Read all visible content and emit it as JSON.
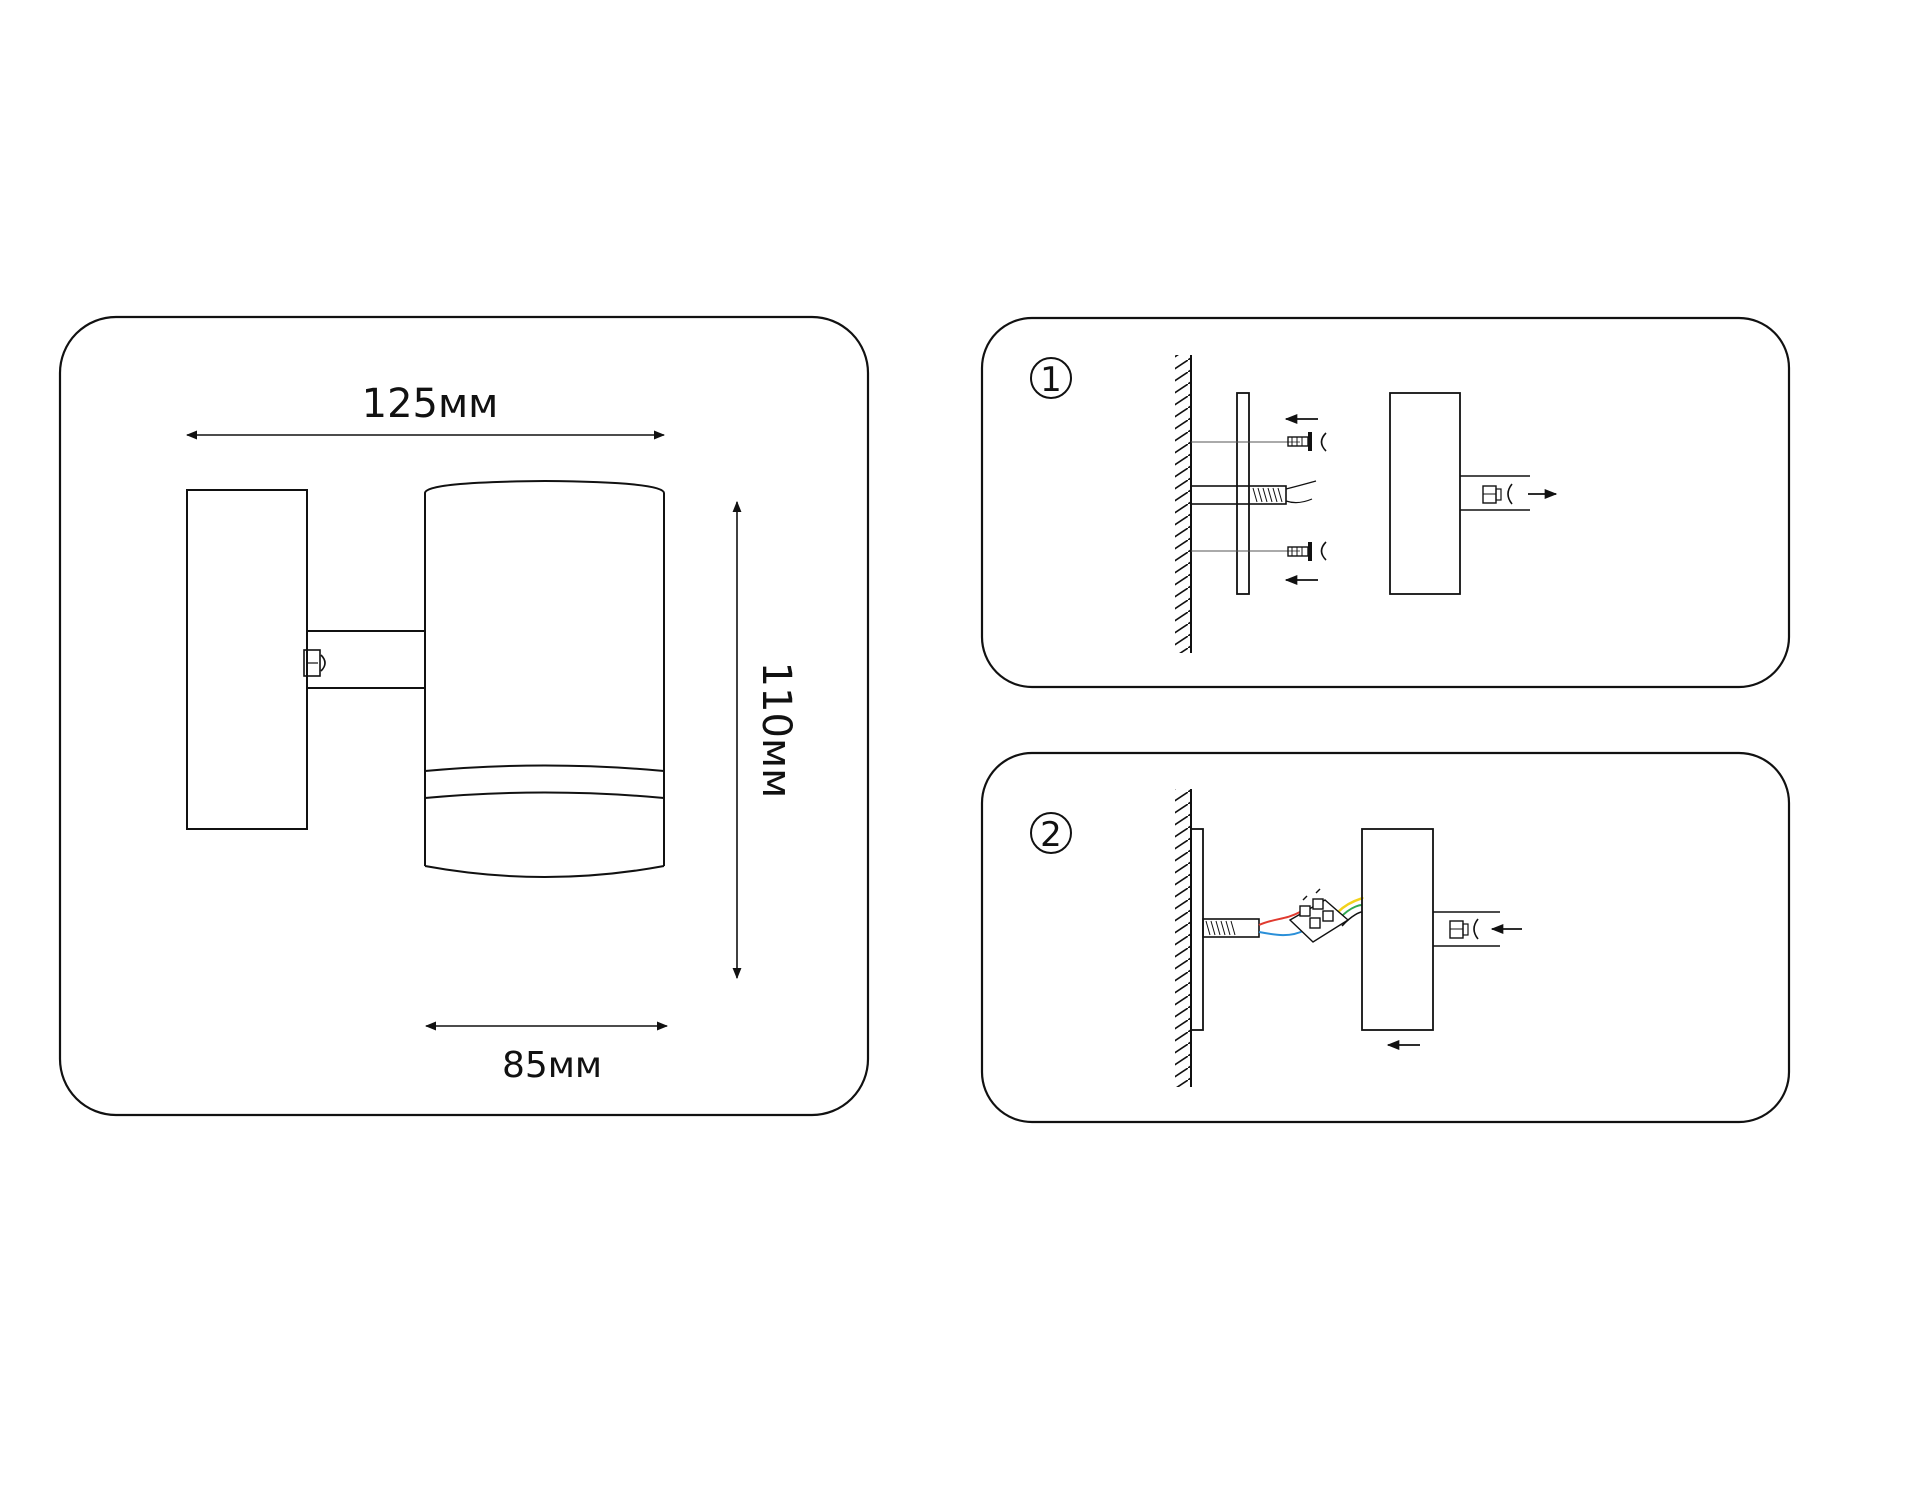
{
  "dimensions": {
    "width_label": "125мм",
    "height_label": "110мм",
    "diameter_label": "85мм"
  },
  "steps": [
    {
      "number": "1"
    },
    {
      "number": "2"
    }
  ],
  "colors": {
    "line": "#111111",
    "background": "#ffffff",
    "wire_red": "#e03a2f",
    "wire_yellow": "#f2d21b",
    "wire_green": "#2fa84f",
    "wire_blue": "#2a8fd8"
  }
}
